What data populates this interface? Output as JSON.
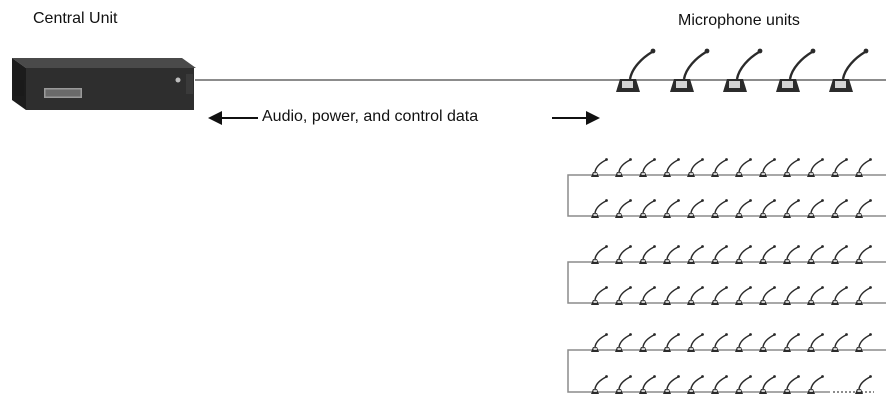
{
  "diagram": {
    "central_unit_label": "Central Unit",
    "microphone_units_label": "Microphone units",
    "link_label": "Audio, power, and control data"
  },
  "colors": {
    "cable": "#8c8c8c",
    "unit_body": "#2b2b2b",
    "text": "#111111"
  },
  "icons": {
    "central_unit": "rack-unit-icon",
    "microphone": "gooseneck-microphone-icon",
    "arrow": "arrow-icon"
  }
}
